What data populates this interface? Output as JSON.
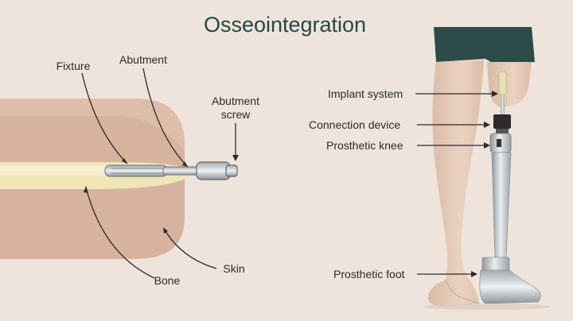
{
  "title": "Osseointegration",
  "labels": {
    "fixture": "Fixture",
    "abutment": "Abutment",
    "abutment_screw_line1": "Abutment",
    "abutment_screw_line2": "screw",
    "bone": "Bone",
    "skin": "Skin",
    "implant_system": "Implant system",
    "connection_device": "Connection device",
    "prosthetic_knee": "Prosthetic knee",
    "prosthetic_foot": "Prosthetic foot"
  }
}
